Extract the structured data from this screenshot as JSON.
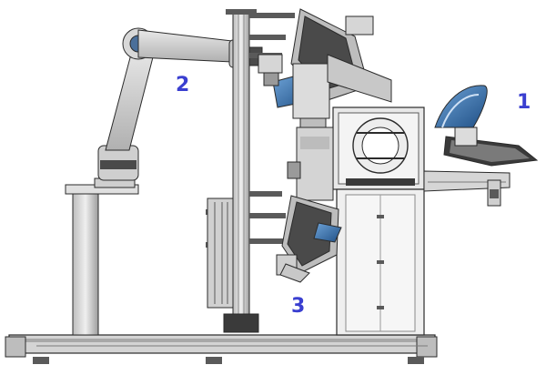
{
  "callouts": {
    "one": "1",
    "two": "2",
    "three": "3"
  },
  "colors": {
    "callout_text": "#3a3fd0",
    "frame_light": "#e6e6e6",
    "frame_mid": "#bdbdbd",
    "frame_dark": "#5a5a5a",
    "outline": "#2b2b2b",
    "accent_blue": "#3a78b8",
    "robot_gray": "#c8c8c8",
    "robot_dark": "#4a4a4a"
  },
  "icons": [
    "robot-arm-icon",
    "vertical-column-icon",
    "seat-part-icon",
    "gripper-icon",
    "machine-frame-icon"
  ]
}
